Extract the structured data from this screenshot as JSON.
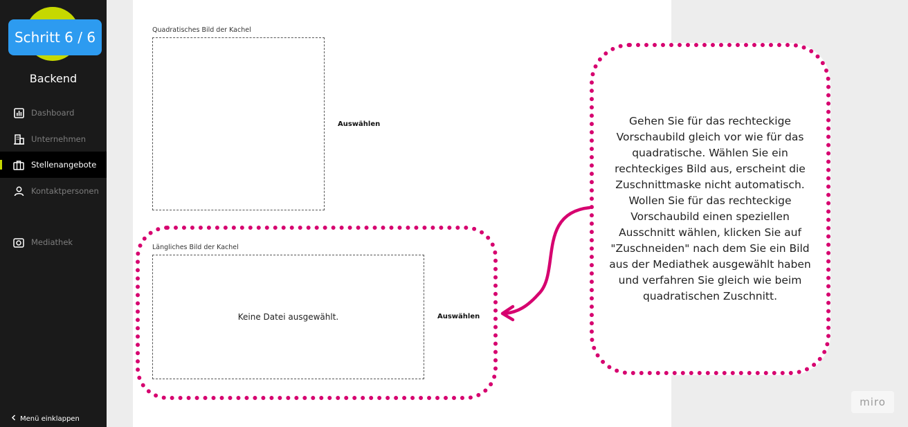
{
  "overlay": {
    "step_badge": "Schritt 6 / 6",
    "callout_text": "Gehen Sie für das rechteckige Vorschaubild gleich vor wie für das quadratische. Wählen Sie ein rechteckiges Bild aus, erscheint die Zuschnittmaske nicht automatisch. Wollen Sie für das rechteckige Vorschaubild einen speziellen Ausschnitt wählen, klicken Sie auf \"Zuschneiden\" nach dem Sie ein Bild aus der Mediathek ausgewählt haben und verfahren Sie gleich wie beim quadratischen Zuschnitt.",
    "annotation_color": "#d6006f",
    "miro_label": "miro"
  },
  "sidebar": {
    "brand": "Backend",
    "accent_color": "#c6d800",
    "items": [
      {
        "label": "Dashboard",
        "icon": "chart-icon"
      },
      {
        "label": "Unternehmen",
        "icon": "building-icon"
      },
      {
        "label": "Stellenangebote",
        "icon": "briefcase-icon",
        "active": true
      },
      {
        "label": "Kontaktpersonen",
        "icon": "person-icon"
      },
      {
        "label": "Mediathek",
        "icon": "camera-icon"
      }
    ],
    "collapse_label": "Menü einklappen"
  },
  "form": {
    "square_image": {
      "label": "Quadratisches Bild der Kachel",
      "select_label": "Auswählen"
    },
    "wide_image": {
      "label": "Längliches Bild der Kachel",
      "status": "Keine Datei ausgewählt.",
      "select_label": "Auswählen"
    }
  }
}
